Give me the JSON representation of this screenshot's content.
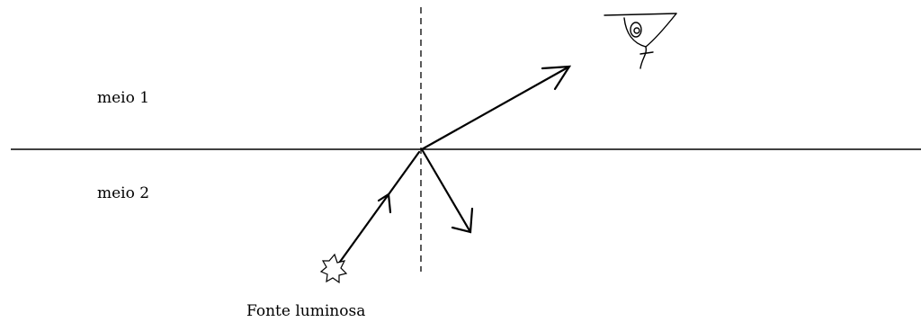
{
  "labels": {
    "medium_1": "meio 1",
    "medium_2": "meio 2",
    "light_source": "Fonte luminosa"
  },
  "icons": {
    "light_source": "starburst-icon",
    "observer": "eye-icon"
  },
  "colors": {
    "stroke": "#000000",
    "background": "#ffffff"
  }
}
